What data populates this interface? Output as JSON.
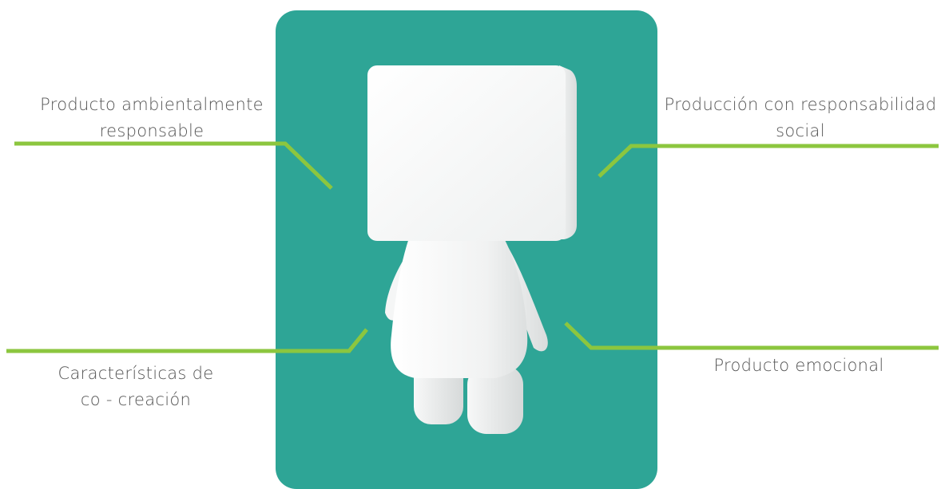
{
  "labels": {
    "top_left": {
      "line1": "Producto ambientalmente",
      "line2": "responsable"
    },
    "top_right": {
      "line1": "Producción con responsabilidad",
      "line2": "social"
    },
    "bottom_left": {
      "line1": "Características de",
      "line2": "co - creación"
    },
    "bottom_right": {
      "line1": "Producto emocional"
    }
  },
  "colors": {
    "panel": "#2ea596",
    "connector": "#8cc63f",
    "text": "#555555",
    "figure": "#ffffff"
  }
}
